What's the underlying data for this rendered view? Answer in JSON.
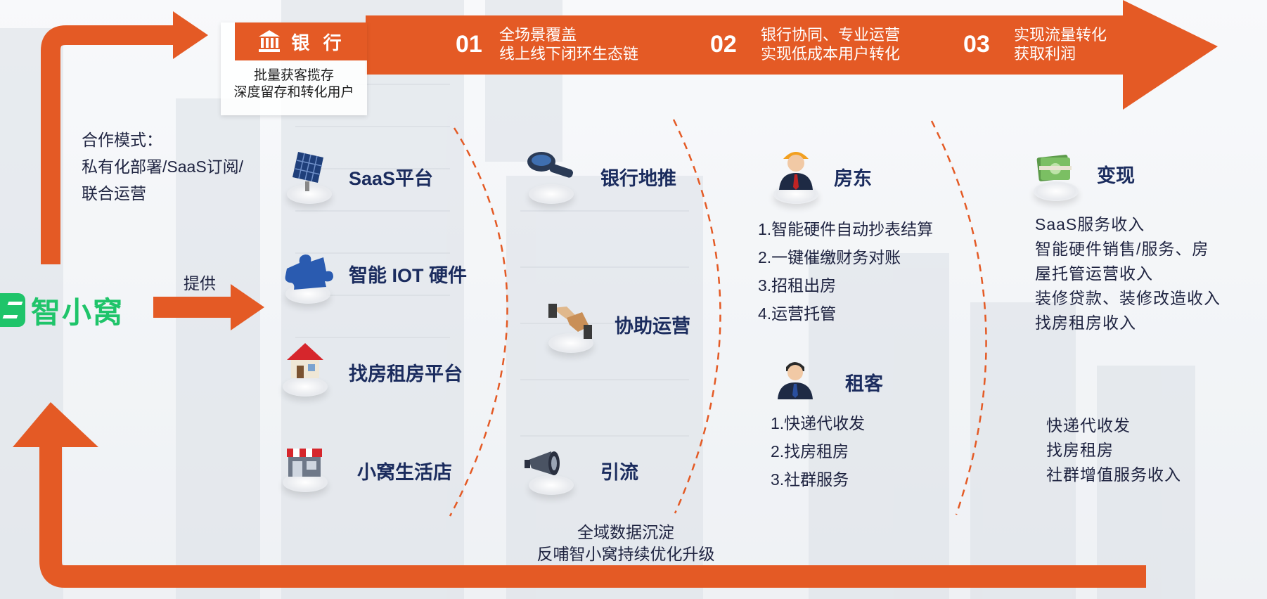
{
  "bank": {
    "title": "银 行",
    "desc_line1": "批量获客揽存",
    "desc_line2": "深度留存和转化用户"
  },
  "steps": [
    {
      "num": "01",
      "line1": "全场景覆盖",
      "line2": "线上线下闭环生态链"
    },
    {
      "num": "02",
      "line1": "银行协同、专业运营",
      "line2": "实现低成本用户转化"
    },
    {
      "num": "03",
      "line1": "实现流量转化",
      "line2": "获取利润"
    }
  ],
  "coop": {
    "line1": "合作模式：",
    "line2": "私有化部署/SaaS订阅/",
    "line3": "联合运营"
  },
  "provide_label": "提供",
  "logo_text": "智小窝",
  "products": [
    {
      "label": "SaaS平台",
      "icon": "solar-panel-icon"
    },
    {
      "label": "智能 IOT 硬件",
      "icon": "puzzle-icon"
    },
    {
      "label": "找房租房平台",
      "icon": "house-icon"
    },
    {
      "label": "小窝生活店",
      "icon": "store-icon"
    }
  ],
  "channels": [
    {
      "label": "银行地推",
      "icon": "magnifier-icon"
    },
    {
      "label": "协助运营",
      "icon": "handshake-icon"
    },
    {
      "label": "引流",
      "icon": "megaphone-icon"
    }
  ],
  "landlord": {
    "title": "房东",
    "items": [
      "1.智能硬件自动抄表结算",
      "2.一键催缴财务对账",
      "3.招租出房",
      "4.运营托管"
    ]
  },
  "tenant": {
    "title": "租客",
    "items": [
      "1.快递代收发",
      "2.找房租房",
      "3.社群服务"
    ]
  },
  "monetize": {
    "title": "变现",
    "items": [
      "SaaS服务收入",
      "智能硬件销售/服务、房",
      "屋托管运营收入",
      "装修贷款、装修改造收入",
      "找房租房收入"
    ],
    "tenant_items": [
      "快递代收发",
      "找房租房",
      "社群增值服务收入"
    ]
  },
  "bottom_note": {
    "line1": "全域数据沉淀",
    "line2": "反哺智小窝持续优化升级"
  },
  "colors": {
    "accent": "#e45a25",
    "brand_green": "#1fc46a",
    "navy": "#1b2c5e"
  }
}
